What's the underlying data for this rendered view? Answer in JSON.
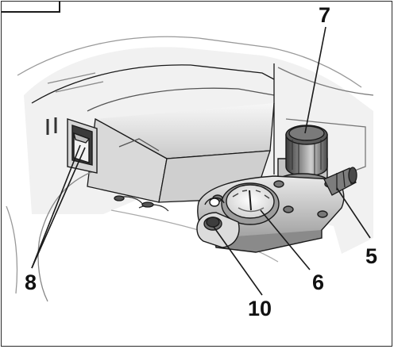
{
  "figure": {
    "callouts": [
      {
        "id": "c7",
        "label": "7"
      },
      {
        "id": "c8",
        "label": "8"
      },
      {
        "id": "c5",
        "label": "5"
      },
      {
        "id": "c6",
        "label": "6"
      },
      {
        "id": "c10",
        "label": "10"
      }
    ],
    "colors": {
      "line": "#1a1a1a",
      "shade_dark": "#6f6f6f",
      "shade_mid": "#bdbdbd",
      "shade_light": "#e4e4e4"
    }
  }
}
